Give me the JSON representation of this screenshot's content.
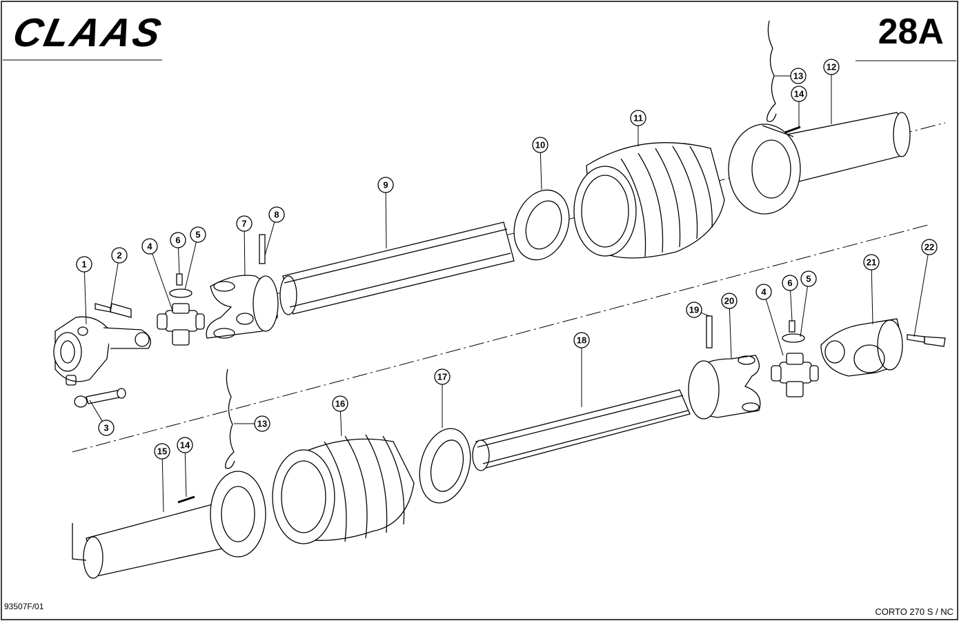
{
  "header": {
    "brand": "CLAAS",
    "page_number": "28A"
  },
  "footer": {
    "doc_code": "93507F/01",
    "model": "CORTO 270 S / NC"
  },
  "callouts": [
    {
      "id": "c1",
      "label": "1"
    },
    {
      "id": "c2",
      "label": "2"
    },
    {
      "id": "c3",
      "label": "3"
    },
    {
      "id": "c4a",
      "label": "4"
    },
    {
      "id": "c5a",
      "label": "5"
    },
    {
      "id": "c6a",
      "label": "6"
    },
    {
      "id": "c7",
      "label": "7"
    },
    {
      "id": "c8",
      "label": "8"
    },
    {
      "id": "c9",
      "label": "9"
    },
    {
      "id": "c10",
      "label": "10"
    },
    {
      "id": "c11",
      "label": "11"
    },
    {
      "id": "c12",
      "label": "12"
    },
    {
      "id": "c13a",
      "label": "13"
    },
    {
      "id": "c14a",
      "label": "14"
    },
    {
      "id": "c19",
      "label": "19"
    },
    {
      "id": "c20",
      "label": "20"
    },
    {
      "id": "c4b",
      "label": "4"
    },
    {
      "id": "c6b",
      "label": "6"
    },
    {
      "id": "c5b",
      "label": "5"
    },
    {
      "id": "c21",
      "label": "21"
    },
    {
      "id": "c22",
      "label": "22"
    },
    {
      "id": "c18",
      "label": "18"
    },
    {
      "id": "c17",
      "label": "17"
    },
    {
      "id": "c16",
      "label": "16"
    },
    {
      "id": "c13b",
      "label": "13"
    },
    {
      "id": "c14b",
      "label": "14"
    },
    {
      "id": "c15",
      "label": "15"
    }
  ]
}
